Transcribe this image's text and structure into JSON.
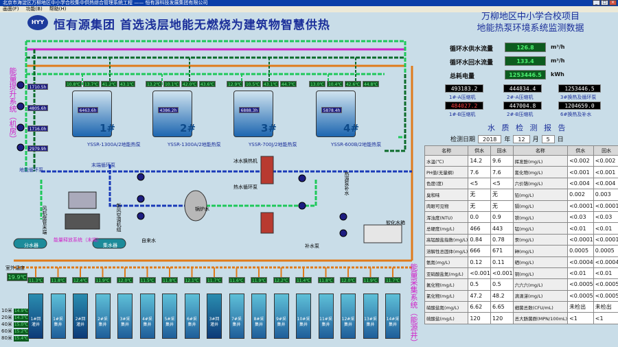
{
  "window": {
    "title": "北京市海淀区万柳地区中小学合校集中供热综合管理系统工程 —— 恒有源科技发展集团有限公司",
    "menu": [
      "画面(F)",
      "功能(B)",
      "帮助(H)"
    ],
    "btn_min": "_",
    "btn_max": "□",
    "btn_close": "×"
  },
  "header": {
    "logo_text": "HYY",
    "main_title": "恒有源集团  首选浅层地能无燃烧为建筑物智慧供热",
    "project_title_1": "万柳地区中小学合校项目",
    "project_title_2": "地能热泵环境系统监测数据"
  },
  "flow": [
    {
      "label": "循环水供水流量",
      "value": "126.8",
      "unit": "m³/h"
    },
    {
      "label": "循环水回水流量",
      "value": "133.4",
      "unit": "m³/h"
    },
    {
      "label": "总耗电量",
      "value": "1253446.5",
      "unit": "kWh"
    }
  ],
  "meters": [
    {
      "value": "493183.2",
      "label": "1#-A压缩机",
      "red": false
    },
    {
      "value": "444834.4",
      "label": "2#-A压缩机",
      "red": false
    },
    {
      "value": "1253446.5",
      "label": "3#换热及循环泵",
      "red": false
    },
    {
      "value": "484027.2",
      "label": "1#-B压缩机",
      "red": true
    },
    {
      "value": "447004.8",
      "label": "2#-B压缩机",
      "red": false
    },
    {
      "value": "1204659.0",
      "label": "6#换热及补水",
      "red": false
    }
  ],
  "water_quality": {
    "title": "水 质 检 测 报 告",
    "date_label": "检测日期",
    "year": "2018",
    "year_unit": "年",
    "month": "12",
    "month_unit": "月",
    "day": "5",
    "day_unit": "日",
    "headers": [
      "名称",
      "供水",
      "回水",
      "名称",
      "供水",
      "回水"
    ],
    "rows": [
      [
        "水温(℃)",
        "14.2",
        "9.6",
        "挥发酚(mg/L)",
        "<0.002",
        "<0.002"
      ],
      [
        "PH值(无量纲)",
        "7.6",
        "7.6",
        "氰化物(mg/L)",
        "<0.001",
        "<0.001"
      ],
      [
        "色度(度)",
        "<5",
        "<5",
        "六价铬(mg/L)",
        "<0.004",
        "<0.004"
      ],
      [
        "臭和味",
        "无",
        "无",
        "铅(mg/L)",
        "0.002",
        "0.003"
      ],
      [
        "肉眼可见物",
        "无",
        "无",
        "镉(mg/L)",
        "<0.0001",
        "<0.0001"
      ],
      [
        "浑浊度(NTU)",
        "0.0",
        "0.9",
        "铁(mg/L)",
        "<0.03",
        "<0.03"
      ],
      [
        "总硬度(mg/L)",
        "466",
        "443",
        "锰(mg/L)",
        "<0.01",
        "<0.01"
      ],
      [
        "高锰酸盐指数(mg/L)",
        "0.84",
        "0.78",
        "汞(mg/L)",
        "<0.0001",
        "<0.0001"
      ],
      [
        "溶解性总固体(mg/L)",
        "666",
        "671",
        "砷(mg/L)",
        "0.0005",
        "0.0005"
      ],
      [
        "氨氮(mg/L)",
        "0.12",
        "0.11",
        "硒(mg/L)",
        "<0.0004",
        "<0.0004"
      ],
      [
        "亚硝酸盐氮(mg/L)",
        "<0.001",
        "<0.001",
        "铜(mg/L)",
        "<0.01",
        "<0.01"
      ],
      [
        "氟化物(mg/L)",
        "0.5",
        "0.5",
        "六六六(mg/L)",
        "<0.0005",
        "<0.0005"
      ],
      [
        "氯化物(mg/L)",
        "47.2",
        "48.2",
        "滴滴涕(mg/L)",
        "<0.0005",
        "<0.0005"
      ],
      [
        "硝酸盐氮(mg/L)",
        "6.62",
        "6.65",
        "细菌总数(CFU/mL)",
        "未检出",
        "未检出"
      ],
      [
        "硫酸盐(mg/L)",
        "120",
        "120",
        "总大肠菌群(MPN/100mL)",
        "<1",
        "<1"
      ]
    ]
  },
  "side_labels": {
    "left_top": "能量提升系统（机房）",
    "left_bottom": "能量释放系统（末端）",
    "right_bottom": "能量采集系统（能源井）"
  },
  "units": [
    {
      "name": "YSSR-1300A/2地能热泵",
      "num": "1#"
    },
    {
      "name": "YSSR-1300A/2地能热泵",
      "num": "2#"
    },
    {
      "name": "YSSR-700J/2地能热泵",
      "num": "3#"
    },
    {
      "name": "YSSR-600B/2地能热泵",
      "num": "4#"
    }
  ],
  "unit_temps": [
    "10.8℃",
    "13.7℃",
    "41.2℃",
    "43.1℃",
    "13.2℃",
    "10.1℃",
    "42.0℃",
    "43.6℃",
    "12.9℃",
    "10.5℃",
    "43.1℃",
    "44.7℃",
    "13.0℃",
    "10.4℃",
    "42.6℃",
    "44.8℃"
  ],
  "pump_readings": [
    "1710.5h",
    "4805.6h",
    "1716.0h",
    "2979.9h",
    "6463.6h",
    "4386.2h",
    "6888.3h",
    "5878.4h"
  ],
  "labels": {
    "geo_pump": "地能循环泵",
    "terminal_pump": "末端循环泵",
    "fan_coil_a": "风机盘管末端",
    "fan_coil_b": "风机盘管末端",
    "radiant_floor": "地板辐射采暖",
    "fresh_air": "新风空调机组",
    "heat_water_1": "冰水换热机",
    "heat_water_2": "热水循环泵",
    "sewage": "热源泵补水",
    "tap_water": "自来水",
    "make_up": "软化水箱",
    "collector": "分水器",
    "distributor": "集水器",
    "cistern": "补水泵",
    "boiler": "锅炉水",
    "room_temp_label": "室外温度",
    "room_temp": "19.9℃",
    "well_recharge": "回灌井",
    "well_pump": "采集井"
  },
  "wells": [
    {
      "name": "1#回灌井",
      "temp": "11.3℃"
    },
    {
      "name": "1#采集井",
      "temp": "11.8℃"
    },
    {
      "name": "2#回灌井",
      "temp": "12.4℃"
    },
    {
      "name": "2#采集井",
      "temp": "11.9℃"
    },
    {
      "name": "3#采集井",
      "temp": "12.0℃"
    },
    {
      "name": "4#采集井",
      "temp": "11.5℃"
    },
    {
      "name": "5#采集井",
      "temp": "11.8℃"
    },
    {
      "name": "6#采集井",
      "temp": "12.1℃"
    },
    {
      "name": "3#回灌井",
      "temp": "11.7℃"
    },
    {
      "name": "7#采集井",
      "temp": "11.6℃"
    },
    {
      "name": "8#采集井",
      "temp": "11.9℃"
    },
    {
      "name": "9#采集井",
      "temp": "12.2℃"
    },
    {
      "name": "10#采集井",
      "temp": "11.4℃"
    },
    {
      "name": "11#采集井",
      "temp": "11.8℃"
    },
    {
      "name": "12#采集井",
      "temp": "12.0℃"
    },
    {
      "name": "13#采集井",
      "temp": "11.9℃"
    },
    {
      "name": "14#采集井",
      "temp": "11.7℃"
    }
  ],
  "depths": [
    {
      "label": "10米",
      "value": "14.9℃"
    },
    {
      "label": "20米",
      "value": "14.3℃"
    },
    {
      "label": "40米",
      "value": "15.0℃"
    },
    {
      "label": "60米",
      "value": "15.2℃"
    },
    {
      "label": "80米",
      "value": "15.4℃"
    }
  ],
  "colors": {
    "pipe_green": "#1ec85a",
    "pipe_orange": "#e07a1a",
    "pipe_blue": "#1a3ab8",
    "pipe_magenta": "#d020c8",
    "pipe_dkgreen": "#0b6b2a",
    "digit_green": "#6af08a"
  }
}
